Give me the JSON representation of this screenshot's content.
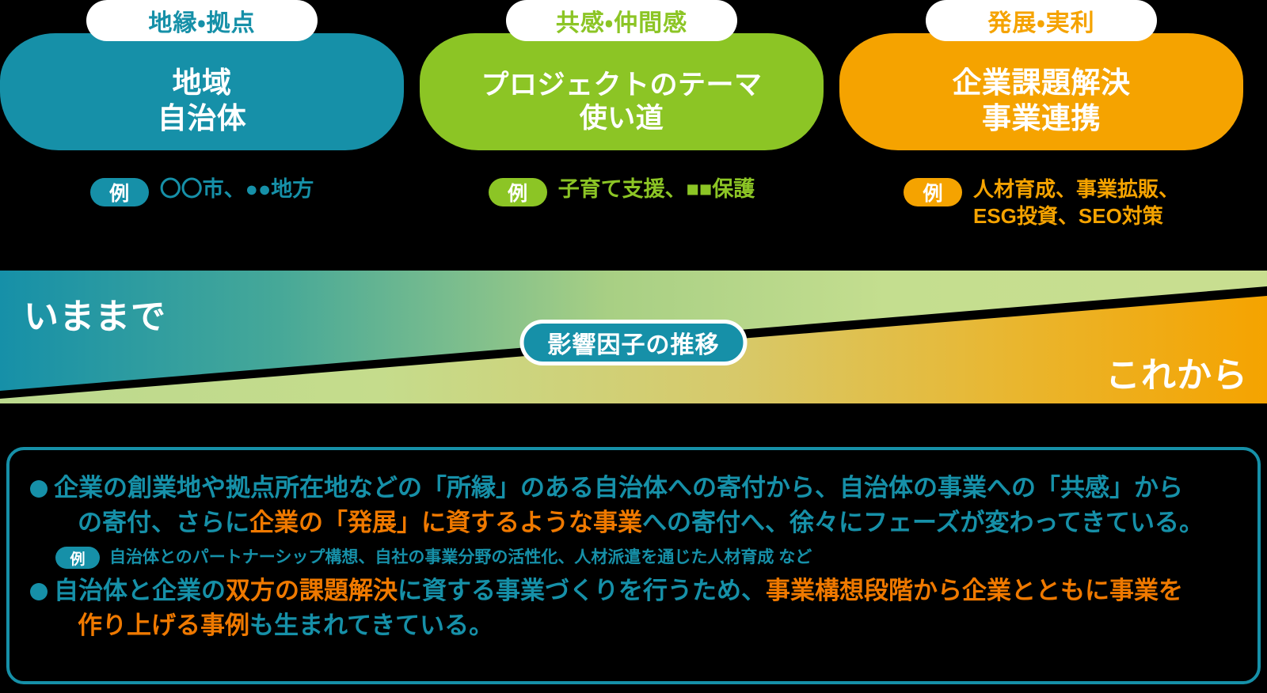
{
  "colors": {
    "teal": "#1690a8",
    "green": "#8cc525",
    "orange": "#f5a300",
    "highlight_orange": "#ef7900",
    "white": "#ffffff",
    "background": "#000000"
  },
  "cards": [
    {
      "tag": "地縁・拠点",
      "title_line1": "地域",
      "title_line2": "自治体",
      "example_badge": "例",
      "example_text": "〇〇市、●●地方",
      "color": "#1690a8"
    },
    {
      "tag": "共感・仲間感",
      "title_line1": "プロジェクトのテーマ",
      "title_line2": "使い道",
      "example_badge": "例",
      "example_text": "子育て支援、■■保護",
      "color": "#8cc525"
    },
    {
      "tag": "発展・実利",
      "title_line1": "企業課題解決",
      "title_line2": "事業連携",
      "example_badge": "例",
      "example_text": "人材育成、事業拡販、\nESG投資、SEO対策",
      "color": "#f5a300"
    }
  ],
  "band": {
    "past_label": "いままで",
    "future_label": "これから",
    "pill_label": "影響因子の推移",
    "gradient_start": "#1690a8",
    "gradient_mid": "#c4de8f",
    "gradient_end": "#f5a300"
  },
  "notes": {
    "note1": {
      "bullet": "●",
      "segment_1": "企業の創業地や拠点所在地などの「所縁」のある自治体への寄付から、自治体の事業への「共感」から",
      "segment_2_plain_a": "の寄付、さらに",
      "segment_2_highlight": "企業の「発展」に資するような事業",
      "segment_2_plain_b": "への寄付へ、徐々にフェーズが変わってきている。",
      "sub_badge": "例",
      "sub_text": "自治体とのパートナーシップ構想、自社の事業分野の活性化、人材派遣を通じた人材育成 など"
    },
    "note2": {
      "bullet": "●",
      "plain_a": "自治体と企業の",
      "highlight_a": "双方の課題解決",
      "plain_b": "に資する事業づくりを行うため、",
      "highlight_b": "事業構想段階から企業とともに事業を",
      "highlight_c": "作り上げる事例",
      "plain_c": "も生まれてきている。"
    }
  }
}
